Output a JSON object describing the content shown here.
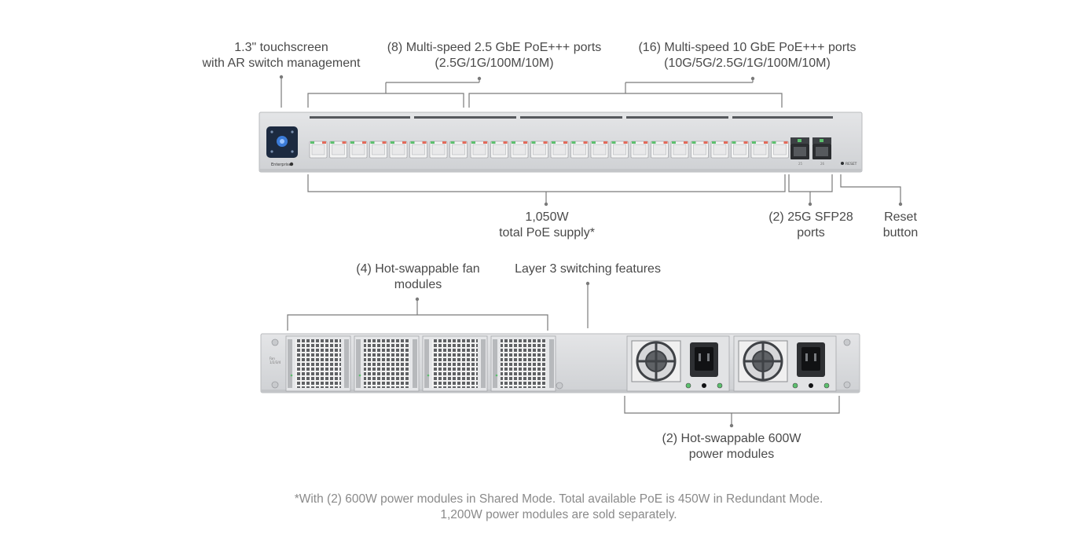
{
  "callouts": {
    "touchscreen": {
      "line1": "1.3\" touchscreen",
      "line2": "with AR switch management"
    },
    "ports_2_5g": {
      "line1": "(8) Multi-speed 2.5 GbE PoE+++ ports",
      "line2": "(2.5G/1G/100M/10M)"
    },
    "ports_10g": {
      "line1": "(16) Multi-speed 10 GbE PoE+++ ports",
      "line2": "(10G/5G/2.5G/1G/100M/10M)"
    },
    "poe_supply": {
      "line1": "1,050W",
      "line2": "total PoE supply*"
    },
    "sfp28": {
      "line1": "(2) 25G SFP28",
      "line2": "ports"
    },
    "reset": {
      "line1": "Reset",
      "line2": "button"
    },
    "fans": {
      "line1": "(4) Hot-swappable fan",
      "line2": "modules"
    },
    "layer3": {
      "line1": "Layer 3 switching features"
    },
    "power": {
      "line1": "(2) Hot-swappable 600W",
      "line2": "power modules"
    }
  },
  "front_panel": {
    "brand_label": "Enterprise",
    "reset_label": "RESET",
    "port_count_2_5g": 8,
    "port_count_10g": 16,
    "sfp_count": 2
  },
  "rear_panel": {
    "fan_count": 4,
    "psu_count": 2
  },
  "footnote": {
    "line1": "*With (2) 600W power modules in Shared Mode. Total available PoE is 450W in Redundant Mode.",
    "line2": "1,200W power modules are sold separately."
  },
  "colors": {
    "chassis": "#d9dadc",
    "chassis_edge": "#b9bbbe",
    "port_led_green": "#5cc06e",
    "port_led_red": "#e36a5a",
    "callout_line": "#7a7a7a",
    "screen": "#1c2a40"
  }
}
